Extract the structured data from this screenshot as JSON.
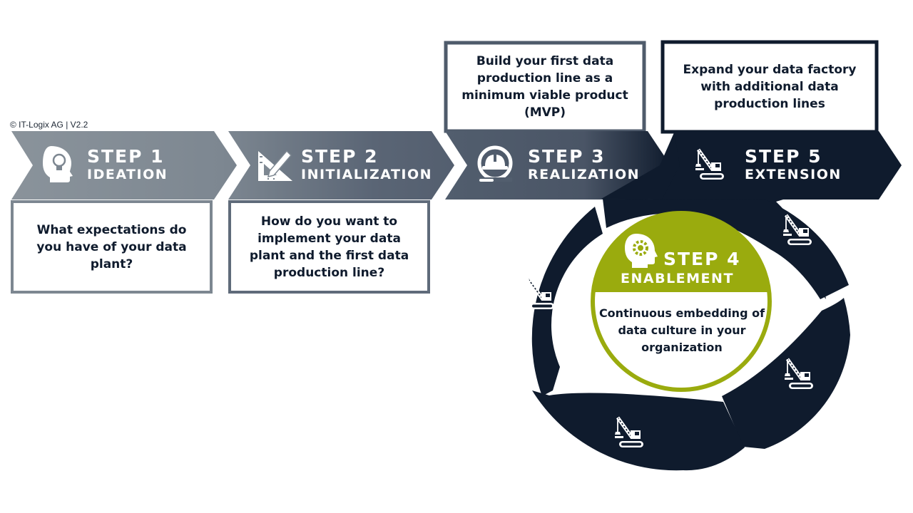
{
  "copyright": "© IT-Logix AG | V2.2",
  "colors": {
    "grey": "#7d8791",
    "slate": "#4f5b6b",
    "navy": "#0f1b2d",
    "lime": "#9aab0e",
    "white": "#ffffff"
  },
  "steps": [
    {
      "number_label": "STEP 1",
      "name": "IDEATION",
      "icon": "lightbulb-head-icon",
      "question": "What expectations do you have of your data plant?"
    },
    {
      "number_label": "STEP 2",
      "name": "INITIALIZATION",
      "icon": "ruler-pencil-icon",
      "question": "How do you want to implement your data plant and the first data production line?"
    },
    {
      "number_label": "STEP 3",
      "name": "REALIZATION",
      "icon": "hard-hat-icon",
      "question": "Build your first data production line as a minimum viable product (MVP)"
    },
    {
      "number_label": "STEP 4",
      "name": "ENABLEMENT",
      "icon": "gear-head-icon",
      "question": "Continuous embedding of data culture in your organization"
    },
    {
      "number_label": "STEP 5",
      "name": "EXTENSION",
      "icon": "crane-icon",
      "question": "Expand your data factory with additional data production lines"
    }
  ],
  "cycle_icon": "crane-icon"
}
